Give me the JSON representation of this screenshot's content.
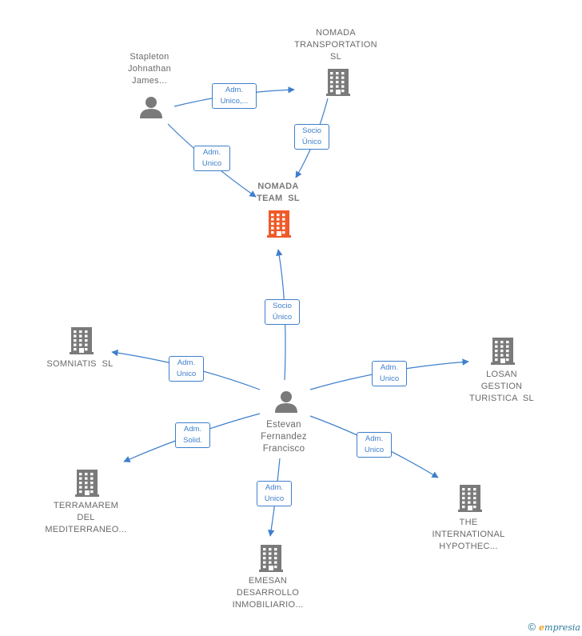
{
  "colors": {
    "edge": "#3e7fcc",
    "company": "#7a7a7a",
    "company_focus": "#f05a28",
    "person": "#7a7a7a"
  },
  "nodes": {
    "stapleton": {
      "lines": [
        "Stapleton",
        "Johnathan",
        "James..."
      ],
      "type": "person"
    },
    "nomada_transportation": {
      "lines": [
        "NOMADA",
        "TRANSPORTATION",
        "SL"
      ],
      "type": "company"
    },
    "nomada_team": {
      "lines": [
        "NOMADA",
        "TEAM  SL"
      ],
      "type": "company-focus"
    },
    "somniatis": {
      "lines": [
        "SOMNIATIS  SL"
      ],
      "type": "company"
    },
    "losan": {
      "lines": [
        "LOSAN",
        "GESTION",
        "TURISTICA  SL"
      ],
      "type": "company"
    },
    "estevan": {
      "lines": [
        "Estevan",
        "Fernandez",
        "Francisco"
      ],
      "type": "person"
    },
    "terramarem": {
      "lines": [
        "TERRAMAREM",
        "DEL",
        "MEDITERRANEO..."
      ],
      "type": "company"
    },
    "emesan": {
      "lines": [
        "EMESAN",
        "DESARROLLO",
        "INMOBILIARIO..."
      ],
      "type": "company"
    },
    "international": {
      "lines": [
        "THE",
        "INTERNATIONAL",
        "HYPOTHEC..."
      ],
      "type": "company"
    }
  },
  "edges": [
    {
      "id": "e1",
      "lines": [
        "Adm.",
        "Unico,..."
      ]
    },
    {
      "id": "e2",
      "lines": [
        "Socio",
        "Único"
      ]
    },
    {
      "id": "e3",
      "lines": [
        "Adm.",
        "Unico"
      ]
    },
    {
      "id": "e4",
      "lines": [
        "Socio",
        "Único"
      ]
    },
    {
      "id": "e5",
      "lines": [
        "Adm.",
        "Unico"
      ]
    },
    {
      "id": "e6",
      "lines": [
        "Adm.",
        "Unico"
      ]
    },
    {
      "id": "e7",
      "lines": [
        "Adm.",
        "Solid."
      ]
    },
    {
      "id": "e8",
      "lines": [
        "Adm.",
        "Unico"
      ]
    },
    {
      "id": "e9",
      "lines": [
        "Adm.",
        "Unico"
      ]
    }
  ],
  "footer": {
    "copyright": "©",
    "brand_initial": "e",
    "brand_rest": "mpresia"
  }
}
